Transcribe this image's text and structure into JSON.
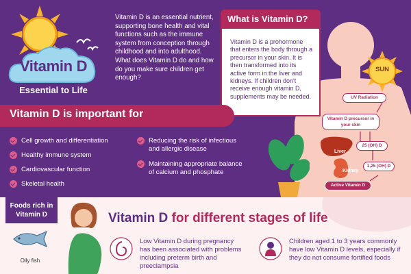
{
  "hero": {
    "title": "Vitamin D",
    "subtitle": "Essential to Life"
  },
  "intro": {
    "text": "Vitamin D is an essential nutrient, supporting bone health and vital functions such as the immune system from conception through childhood and into adulthood. What does Vitamin D do and how do you make sure children get enough?"
  },
  "what_is": {
    "heading": "What is Vitamin D?",
    "body": "Vitamin D is a prohormone that enters the body through a precursor in your skin. It is then transformed into its active form in the liver and kidneys. If children don't receive enough vitamin D, supplements may be needed."
  },
  "diagram": {
    "sun_label": "SUN",
    "uv_radiation": "UV Radiation",
    "precursor": "Vitamin D precursor in your skin",
    "liver": "Liver",
    "kidney": "Kidney",
    "hydroxy_25": "25 (OH) D",
    "hydroxy_125": "1,25 (OH) D",
    "active": "Active Vitamin D"
  },
  "important_for": {
    "title": "Vitamin D is important for",
    "left_items": [
      "Cell growth and differentiation",
      "Healthy immune system",
      "Cardiovascular function",
      "Skeletal health"
    ],
    "right_items": [
      "Reducing the risk of infectious and allergic disease",
      "Maintaining appropriate balance of calcium and phosphate"
    ]
  },
  "foods": {
    "title": "Foods rich in Vitamin D",
    "items": [
      "Oily fish"
    ]
  },
  "stages": {
    "title_main": "Vitamin D",
    "title_accent": " for different stages of life",
    "pregnancy": "Low Vitamin D during pregnancy has been associated with problems including preterm birth and preeclampsia",
    "children": "Children aged 1 to 3 years commonly have low Vitamin D levels, especially if they do not consume fortified foods"
  },
  "colors": {
    "purple": "#5d2e82",
    "magenta": "#b22a5b",
    "pink_light": "#fdf1f2",
    "sun": "#f7b32b"
  },
  "icons": [
    "sun-icon",
    "cloud-icon",
    "bird-icon",
    "check-icon",
    "liver-icon",
    "kidney-icon",
    "plant-icon",
    "fish-icon",
    "pregnancy-icon",
    "child-icon"
  ]
}
